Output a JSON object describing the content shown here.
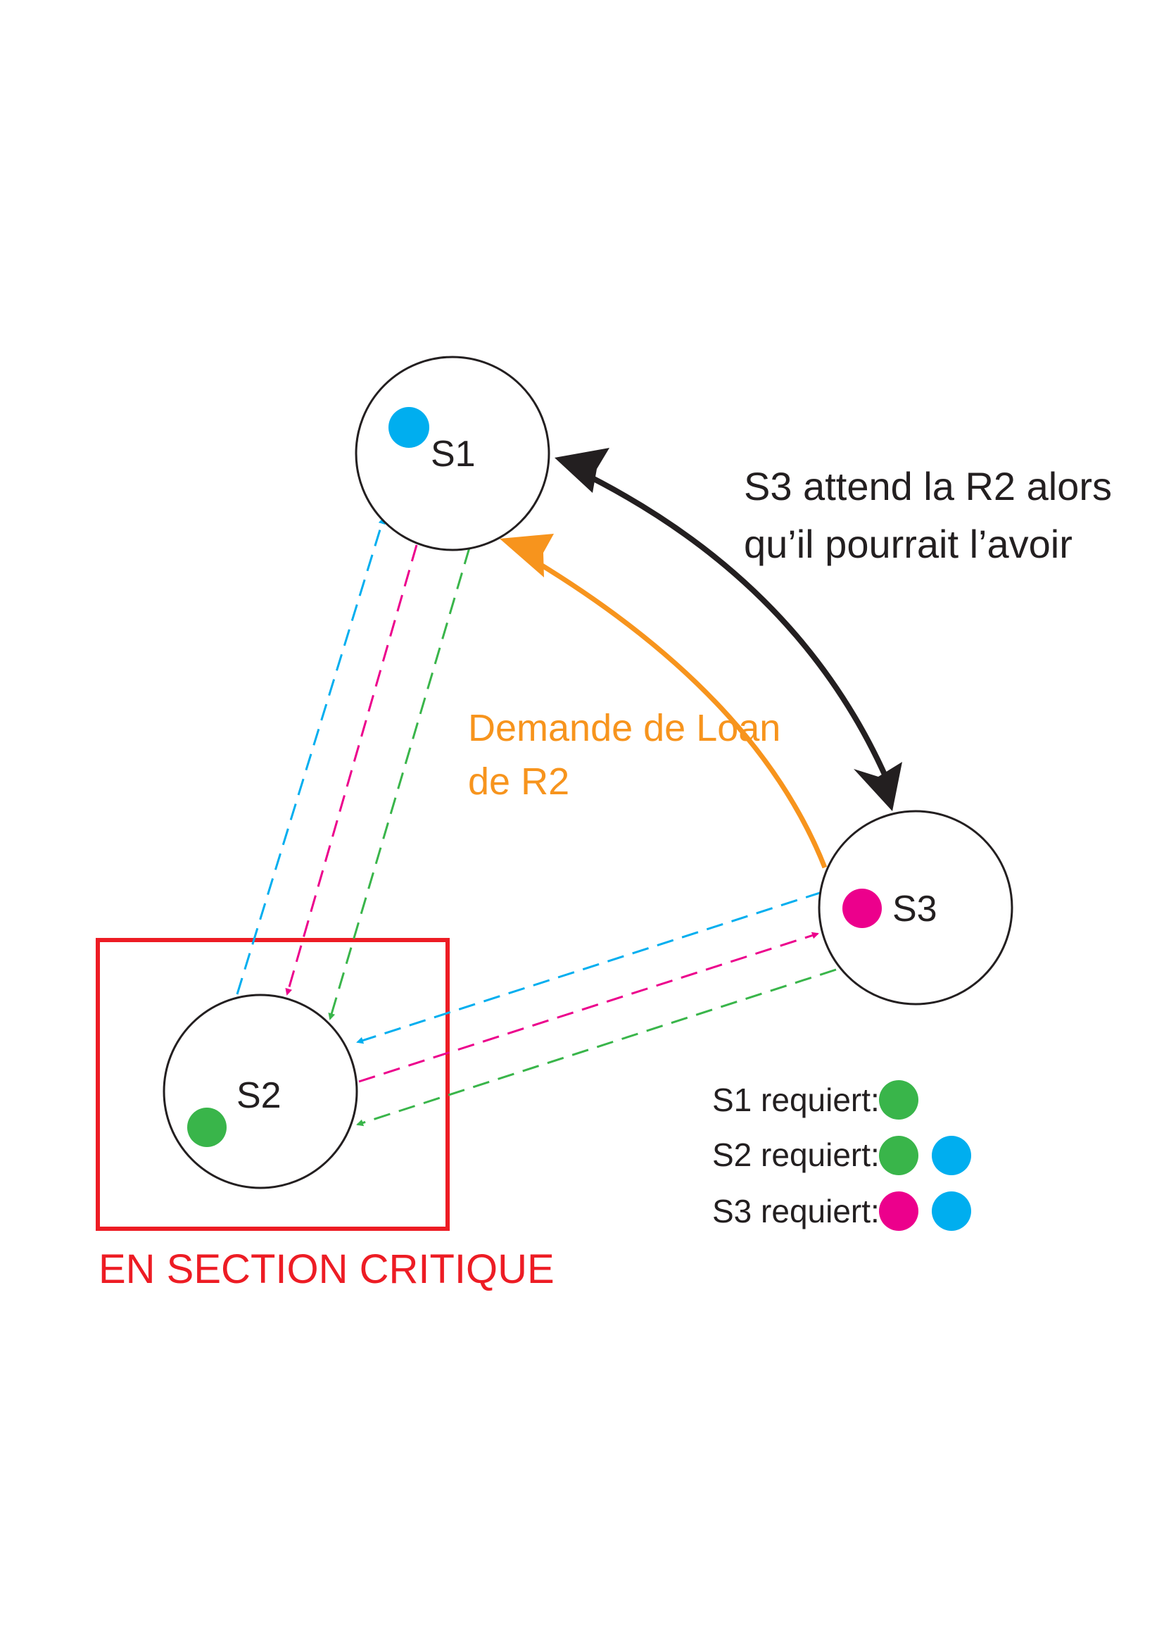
{
  "nodes": [
    {
      "id": "s1",
      "label": "S1",
      "token_color": "#00aeef"
    },
    {
      "id": "s2",
      "label": "S2",
      "token_color": "#39b54a"
    },
    {
      "id": "s3",
      "label": "S3",
      "token_color": "#ec008c"
    }
  ],
  "annotations": {
    "wait_line1": "S3 attend la R2 alors",
    "wait_line2": "qu’il pourrait l’avoir",
    "loan_line1": "Demande de Loan",
    "loan_line2": "de R2",
    "critical_section": "EN SECTION CRITIQUE"
  },
  "legend": [
    {
      "label": "S1 requiert:",
      "resources": [
        "#39b54a"
      ]
    },
    {
      "label": "S2 requiert:",
      "resources": [
        "#39b54a",
        "#00aeef"
      ]
    },
    {
      "label": "S3 requiert:",
      "resources": [
        "#ec008c",
        "#00aeef"
      ]
    }
  ],
  "colors": {
    "cyan": "#00aeef",
    "magenta": "#ec008c",
    "green": "#39b54a",
    "orange": "#f7941d",
    "red": "#ed1c24",
    "black": "#231f20"
  }
}
